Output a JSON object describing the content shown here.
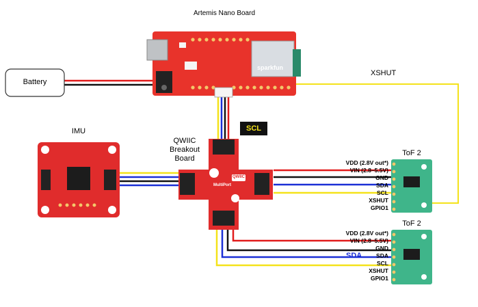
{
  "artemis": {
    "title": "Artemis Nano Board",
    "brand": "sparkfun",
    "color": "#e8332b"
  },
  "battery": {
    "label": "Battery"
  },
  "xshut_label": "XSHUT",
  "scl_label": "SCL",
  "imu": {
    "label": "IMU",
    "color": "#e02c2c"
  },
  "qwiic": {
    "label_lines": [
      "QWIIC",
      "Breakout",
      "Board"
    ],
    "brand": "QWIIC",
    "sub": "MultiPort",
    "color": "#e02c2c"
  },
  "tof1": {
    "label": "ToF 2",
    "pins": [
      "VDD (2.8V out*)",
      "VIN (2.8–5.5V)",
      "GND",
      "SDA",
      "SCL",
      "XSHUT",
      "GPIO1"
    ]
  },
  "tof2": {
    "label": "ToF 2",
    "pins": [
      "VDD (2.8V out*)",
      "VIN (2.8–5.5V)",
      "GND",
      "SDA",
      "SCL",
      "XSHUT",
      "GPIO1"
    ]
  },
  "sda_label": "SDA",
  "wire_colors": {
    "red": "#e11b1b",
    "black": "#111111",
    "blue": "#1a2fd6",
    "yellow": "#f4e21a"
  },
  "tof_color": "#3fb58a"
}
